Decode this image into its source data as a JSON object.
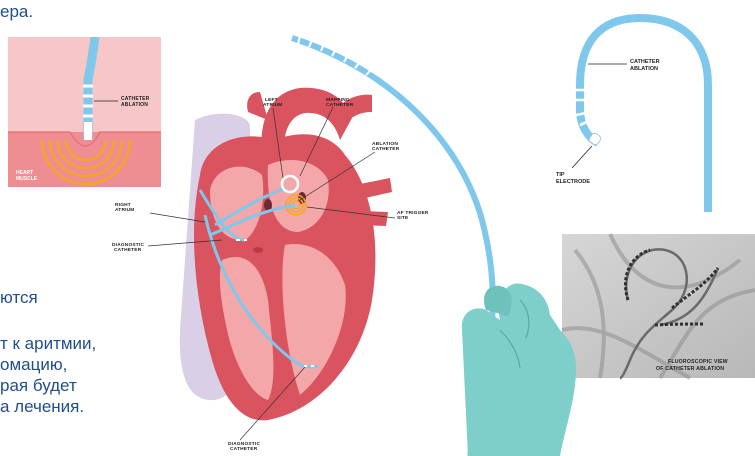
{
  "text_fragments": {
    "top": "ера.",
    "line1": "ются",
    "line2": "т к аритмии,",
    "line3": "омацию,",
    "line4": "рая будет",
    "line5": "а лечения."
  },
  "inset_top_left": {
    "catheter_label": [
      "CATHETER",
      "ABLATION"
    ],
    "muscle_label": [
      "HEART",
      "MUSCLE"
    ]
  },
  "heart_labels": {
    "left_atrium": [
      "LEFT",
      "ATRIUM"
    ],
    "mapping_catheter": [
      "MAPPING",
      "CATHETER"
    ],
    "ablation_catheter": [
      "ABLATION",
      "CATHETER"
    ],
    "right_atrium": [
      "RIGHT",
      "ATRIUM"
    ],
    "af_trigger_site": [
      "AF TRIGGER",
      "SITE"
    ],
    "diagnostic_catheter_upper": [
      "DIAGNOSTIC",
      "CATHETER"
    ],
    "diagnostic_catheter_lower": [
      "DIAGNOSTIC",
      "CATHETER"
    ]
  },
  "catheter_right": {
    "catheter_label": [
      "CATHETER",
      "ABLATION"
    ],
    "tip_label": [
      "TIP",
      "ELECTRODE"
    ]
  },
  "fluoro": {
    "caption": [
      "FLUOROSCOPIC VIEW",
      "OF CATHETER ABLATION"
    ]
  },
  "colors": {
    "text_blue": "#1f4e8c",
    "catheter_blue": "#7fc8ec",
    "glove": "#7ecfc9",
    "heart_dark": "#d9545e",
    "heart_light": "#f4a7a9",
    "pericardium": "#d9cfe6",
    "ablation_orange": "#f5a623"
  }
}
